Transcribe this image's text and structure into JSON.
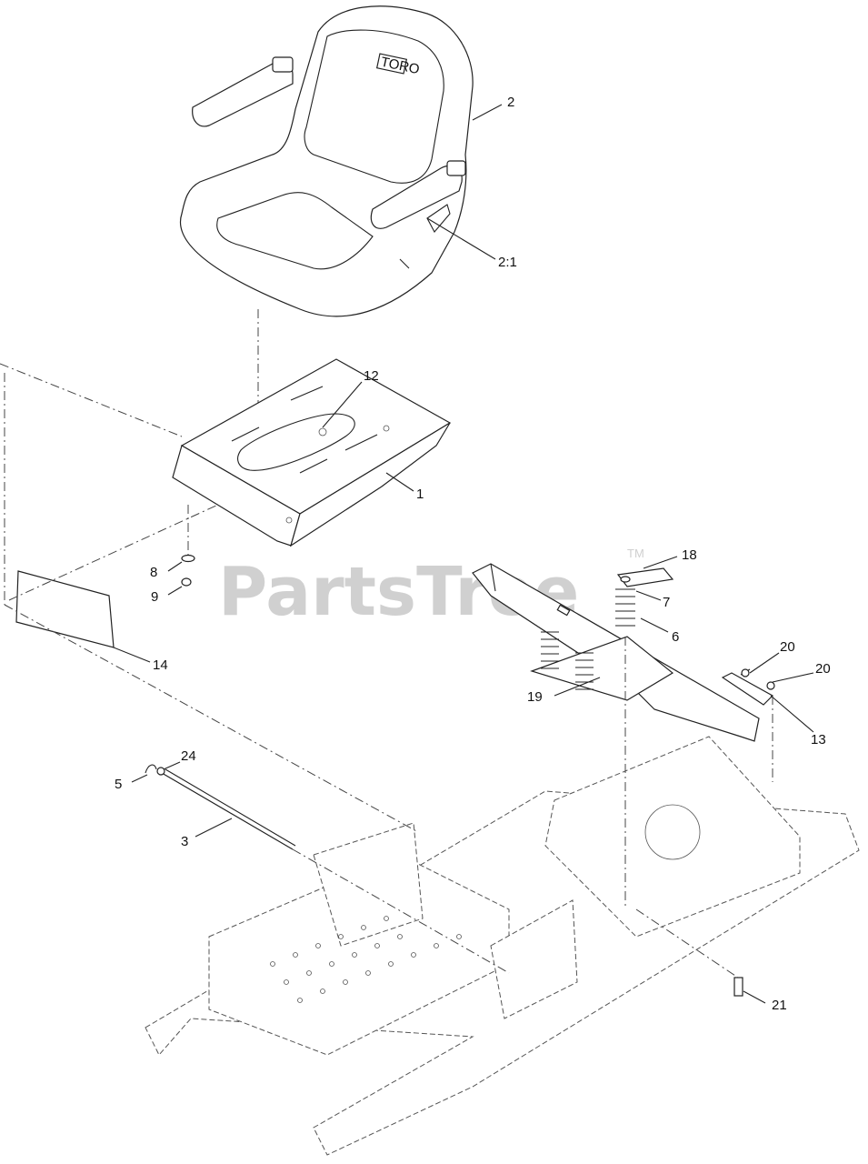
{
  "watermark": {
    "text": "PartsTree",
    "trademark": "TM"
  },
  "callouts": {
    "c1": "1",
    "c2": "2",
    "c2_1": "2:1",
    "c3": "3",
    "c5": "5",
    "c6": "6",
    "c7": "7",
    "c8": "8",
    "c9": "9",
    "c12": "12",
    "c13": "13",
    "c14": "14",
    "c18": "18",
    "c19": "19",
    "c20a": "20",
    "c20b": "20",
    "c21": "21",
    "c24": "24"
  },
  "seat_logo": "TORO"
}
